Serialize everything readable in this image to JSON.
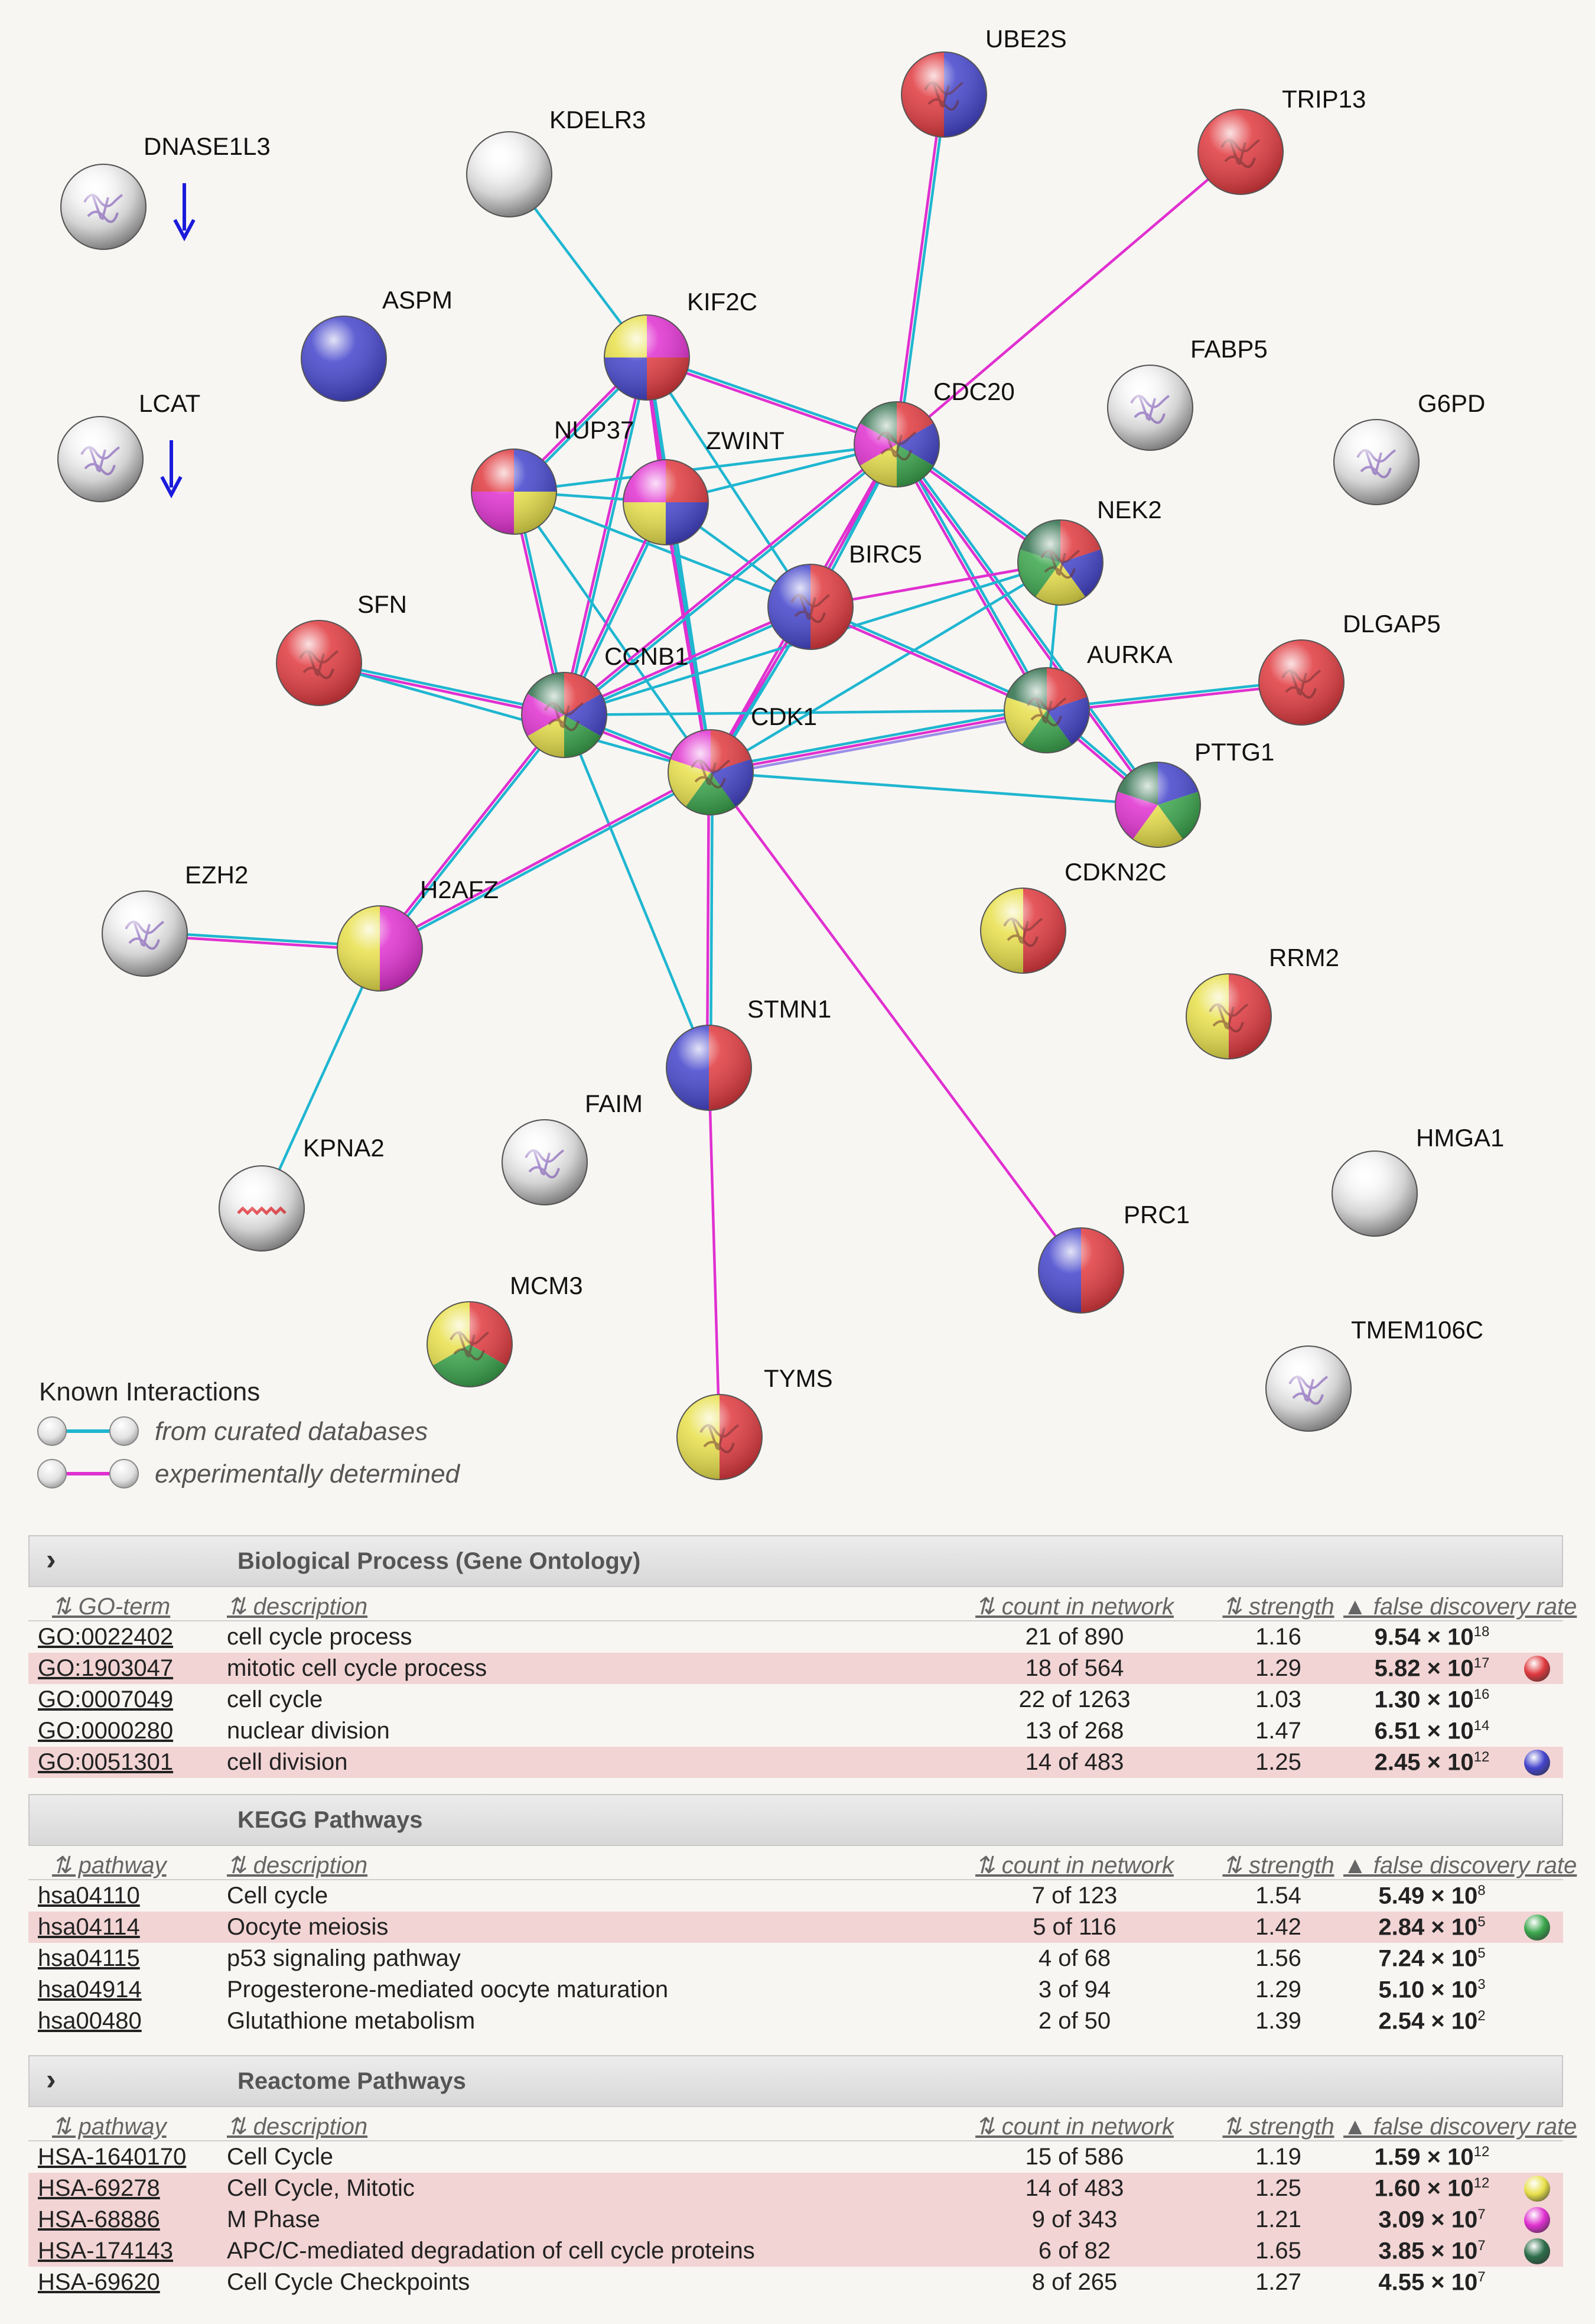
{
  "network": {
    "nodes": [
      {
        "id": "DNASE1L3",
        "label": "DNASE1L3",
        "colors": [],
        "style": "structure"
      },
      {
        "id": "KDELR3",
        "label": "KDELR3",
        "colors": [],
        "style": "plain"
      },
      {
        "id": "UBE2S",
        "label": "UBE2S",
        "colors": [
          "#4444cc",
          "#e0393e"
        ],
        "style": "structure"
      },
      {
        "id": "TRIP13",
        "label": "TRIP13",
        "colors": [
          "#e0393e"
        ],
        "style": "structure"
      },
      {
        "id": "ASPM",
        "label": "ASPM",
        "colors": [
          "#4444cc"
        ],
        "style": "plain"
      },
      {
        "id": "KIF2C",
        "label": "KIF2C",
        "colors": [
          "#e030d0",
          "#e0393e",
          "#4444cc",
          "#e8e04a"
        ],
        "style": "plain"
      },
      {
        "id": "FABP5",
        "label": "FABP5",
        "colors": [],
        "style": "structure"
      },
      {
        "id": "G6PD",
        "label": "G6PD",
        "colors": [],
        "style": "structure"
      },
      {
        "id": "LCAT",
        "label": "LCAT",
        "colors": [],
        "style": "structure"
      },
      {
        "id": "CDC20",
        "label": "CDC20",
        "colors": [
          "#e0393e",
          "#4444cc",
          "#3aa64c",
          "#e8e04a",
          "#e030d0",
          "#2d6e4a"
        ],
        "style": "structure"
      },
      {
        "id": "NUP37",
        "label": "NUP37",
        "colors": [
          "#4444cc",
          "#e8e04a",
          "#e030d0",
          "#e0393e"
        ],
        "style": "plain"
      },
      {
        "id": "ZWINT",
        "label": "ZWINT",
        "colors": [
          "#e0393e",
          "#4444cc",
          "#e8e04a",
          "#e030d0"
        ],
        "style": "plain"
      },
      {
        "id": "NEK2",
        "label": "NEK2",
        "colors": [
          "#e0393e",
          "#4444cc",
          "#e8e04a",
          "#3aa64c",
          "#2d6e4a"
        ],
        "style": "structure"
      },
      {
        "id": "BIRC5",
        "label": "BIRC5",
        "colors": [
          "#e0393e",
          "#4444cc"
        ],
        "style": "structure"
      },
      {
        "id": "SFN",
        "label": "SFN",
        "colors": [
          "#e0393e"
        ],
        "style": "structure"
      },
      {
        "id": "DLGAP5",
        "label": "DLGAP5",
        "colors": [
          "#e0393e"
        ],
        "style": "structure"
      },
      {
        "id": "CCNB1",
        "label": "CCNB1",
        "colors": [
          "#e0393e",
          "#4444cc",
          "#3aa64c",
          "#e8e04a",
          "#e030d0",
          "#2d6e4a"
        ],
        "style": "structure"
      },
      {
        "id": "AURKA",
        "label": "AURKA",
        "colors": [
          "#e0393e",
          "#4444cc",
          "#3aa64c",
          "#e8e04a",
          "#2d6e4a"
        ],
        "style": "structure"
      },
      {
        "id": "CDK1",
        "label": "CDK1",
        "colors": [
          "#e0393e",
          "#4444cc",
          "#3aa64c",
          "#e8e04a",
          "#e030d0"
        ],
        "style": "structure"
      },
      {
        "id": "PTTG1",
        "label": "PTTG1",
        "colors": [
          "#4444cc",
          "#3aa64c",
          "#e8e04a",
          "#e030d0",
          "#2d6e4a"
        ],
        "style": "plain"
      },
      {
        "id": "EZH2",
        "label": "EZH2",
        "colors": [],
        "style": "structure"
      },
      {
        "id": "H2AFZ",
        "label": "H2AFZ",
        "colors": [
          "#e030d0",
          "#e8e04a"
        ],
        "style": "plain"
      },
      {
        "id": "CDKN2C",
        "label": "CDKN2C",
        "colors": [
          "#e0393e",
          "#e8e04a"
        ],
        "style": "structure"
      },
      {
        "id": "RRM2",
        "label": "RRM2",
        "colors": [
          "#e0393e",
          "#e8e04a"
        ],
        "style": "structure"
      },
      {
        "id": "STMN1",
        "label": "STMN1",
        "colors": [
          "#e0393e",
          "#4444cc"
        ],
        "style": "plain"
      },
      {
        "id": "FAIM",
        "label": "FAIM",
        "colors": [],
        "style": "structure"
      },
      {
        "id": "KPNA2",
        "label": "KPNA2",
        "colors": [],
        "style": "plain"
      },
      {
        "id": "HMGA1",
        "label": "HMGA1",
        "colors": [],
        "style": "plain"
      },
      {
        "id": "PRC1",
        "label": "PRC1",
        "colors": [
          "#e0393e",
          "#4444cc"
        ],
        "style": "plain"
      },
      {
        "id": "MCM3",
        "label": "MCM3",
        "colors": [
          "#e0393e",
          "#3aa64c",
          "#e8e04a"
        ],
        "style": "structure"
      },
      {
        "id": "TYMS",
        "label": "TYMS",
        "colors": [
          "#e0393e",
          "#e8e04a"
        ],
        "style": "structure"
      },
      {
        "id": "TMEM106C",
        "label": "TMEM106C",
        "colors": [],
        "style": "structure"
      }
    ],
    "downregulated": [
      "DNASE1L3",
      "LCAT"
    ],
    "edges": [
      [
        "KDELR3",
        "KIF2C",
        "c"
      ],
      [
        "UBE2S",
        "CDC20",
        "cm"
      ],
      [
        "TRIP13",
        "CDC20",
        "m"
      ],
      [
        "KIF2C",
        "NUP37",
        "cm"
      ],
      [
        "KIF2C",
        "ZWINT",
        "cm"
      ],
      [
        "KIF2C",
        "CDC20",
        "cm"
      ],
      [
        "KIF2C",
        "CCNB1",
        "cm"
      ],
      [
        "KIF2C",
        "CDK1",
        "cm"
      ],
      [
        "KIF2C",
        "BIRC5",
        "c"
      ],
      [
        "NUP37",
        "ZWINT",
        "c"
      ],
      [
        "NUP37",
        "CDC20",
        "c"
      ],
      [
        "NUP37",
        "CCNB1",
        "cm"
      ],
      [
        "NUP37",
        "CDK1",
        "c"
      ],
      [
        "NUP37",
        "BIRC5",
        "c"
      ],
      [
        "ZWINT",
        "CDC20",
        "c"
      ],
      [
        "ZWINT",
        "CCNB1",
        "cm"
      ],
      [
        "ZWINT",
        "CDK1",
        "cm"
      ],
      [
        "ZWINT",
        "BIRC5",
        "c"
      ],
      [
        "CDC20",
        "CCNB1",
        "cm"
      ],
      [
        "CDC20",
        "CDK1",
        "cm"
      ],
      [
        "CDC20",
        "BIRC5",
        "cm"
      ],
      [
        "CDC20",
        "NEK2",
        "cm"
      ],
      [
        "CDC20",
        "AURKA",
        "cm"
      ],
      [
        "CDC20",
        "PTTG1",
        "cm"
      ],
      [
        "NEK2",
        "CDK1",
        "c"
      ],
      [
        "NEK2",
        "AURKA",
        "c"
      ],
      [
        "NEK2",
        "CCNB1",
        "c"
      ],
      [
        "BIRC5",
        "CCNB1",
        "cm"
      ],
      [
        "BIRC5",
        "CDK1",
        "cm"
      ],
      [
        "BIRC5",
        "AURKA",
        "cm"
      ],
      [
        "BIRC5",
        "NEK2",
        "m"
      ],
      [
        "SFN",
        "CCNB1",
        "cm"
      ],
      [
        "SFN",
        "CDK1",
        "c"
      ],
      [
        "CCNB1",
        "CDK1",
        "cm"
      ],
      [
        "CCNB1",
        "H2AFZ",
        "cm"
      ],
      [
        "CCNB1",
        "STMN1",
        "c"
      ],
      [
        "CCNB1",
        "AURKA",
        "c"
      ],
      [
        "CDK1",
        "AURKA",
        "cmp"
      ],
      [
        "CDK1",
        "H2AFZ",
        "cm"
      ],
      [
        "CDK1",
        "STMN1",
        "cm"
      ],
      [
        "CDK1",
        "PRC1",
        "m"
      ],
      [
        "CDK1",
        "PTTG1",
        "c"
      ],
      [
        "AURKA",
        "DLGAP5",
        "cm"
      ],
      [
        "AURKA",
        "PTTG1",
        "cm"
      ],
      [
        "EZH2",
        "H2AFZ",
        "cm"
      ],
      [
        "H2AFZ",
        "KPNA2",
        "c"
      ],
      [
        "STMN1",
        "TYMS",
        "m"
      ]
    ]
  },
  "legend": {
    "title": "Known Interactions",
    "items": [
      {
        "label": "from curated databases",
        "color": "#1fb6d0"
      },
      {
        "label": "experimentally determined",
        "color": "#e030d0"
      }
    ]
  },
  "tables": [
    {
      "title": "Biological Process (Gene Ontology)",
      "chevron": true,
      "headers": [
        "GO-term",
        "description",
        "count in network",
        "strength",
        "false discovery rate"
      ],
      "rows": [
        {
          "id": "GO:0022402",
          "desc": "cell cycle process",
          "count": "21 of 890",
          "strength": "1.16",
          "fdr": "9.54 × 10",
          "exp": "18",
          "hl": false,
          "dot": null
        },
        {
          "id": "GO:1903047",
          "desc": "mitotic cell cycle process",
          "count": "18 of 564",
          "strength": "1.29",
          "fdr": "5.82 × 10",
          "exp": "17",
          "hl": true,
          "dot": "#e0393e"
        },
        {
          "id": "GO:0007049",
          "desc": "cell cycle",
          "count": "22 of 1263",
          "strength": "1.03",
          "fdr": "1.30 × 10",
          "exp": "16",
          "hl": false,
          "dot": null
        },
        {
          "id": "GO:0000280",
          "desc": "nuclear division",
          "count": "13 of 268",
          "strength": "1.47",
          "fdr": "6.51 × 10",
          "exp": "14",
          "hl": false,
          "dot": null
        },
        {
          "id": "GO:0051301",
          "desc": "cell division",
          "count": "14 of 483",
          "strength": "1.25",
          "fdr": "2.45 × 10",
          "exp": "12",
          "hl": true,
          "dot": "#4444cc"
        }
      ]
    },
    {
      "title": "KEGG Pathways",
      "chevron": false,
      "headers": [
        "pathway",
        "description",
        "count in network",
        "strength",
        "false discovery rate"
      ],
      "rows": [
        {
          "id": "hsa04110",
          "desc": "Cell cycle",
          "count": "7 of 123",
          "strength": "1.54",
          "fdr": "5.49 × 10",
          "exp": "8",
          "hl": false,
          "dot": null
        },
        {
          "id": "hsa04114",
          "desc": "Oocyte meiosis",
          "count": "5 of 116",
          "strength": "1.42",
          "fdr": "2.84 × 10",
          "exp": "5",
          "hl": true,
          "dot": "#3aa64c"
        },
        {
          "id": "hsa04115",
          "desc": "p53 signaling pathway",
          "count": "4 of 68",
          "strength": "1.56",
          "fdr": "7.24 × 10",
          "exp": "5",
          "hl": false,
          "dot": null
        },
        {
          "id": "hsa04914",
          "desc": "Progesterone-mediated oocyte maturation",
          "count": "3 of 94",
          "strength": "1.29",
          "fdr": "5.10 × 10",
          "exp": "3",
          "hl": false,
          "dot": null
        },
        {
          "id": "hsa00480",
          "desc": "Glutathione metabolism",
          "count": "2 of 50",
          "strength": "1.39",
          "fdr": "2.54 × 10",
          "exp": "2",
          "hl": false,
          "dot": null
        }
      ]
    },
    {
      "title": "Reactome Pathways",
      "chevron": true,
      "headers": [
        "pathway",
        "description",
        "count in network",
        "strength",
        "false discovery rate"
      ],
      "rows": [
        {
          "id": "HSA-1640170",
          "desc": "Cell Cycle",
          "count": "15 of 586",
          "strength": "1.19",
          "fdr": "1.59 × 10",
          "exp": "12",
          "hl": false,
          "dot": null
        },
        {
          "id": "HSA-69278",
          "desc": "Cell Cycle, Mitotic",
          "count": "14 of 483",
          "strength": "1.25",
          "fdr": "1.60 × 10",
          "exp": "12",
          "hl": true,
          "dot": "#e8e04a"
        },
        {
          "id": "HSA-68886",
          "desc": "M Phase",
          "count": "9 of 343",
          "strength": "1.21",
          "fdr": "3.09 × 10",
          "exp": "7",
          "hl": true,
          "dot": "#e030d0"
        },
        {
          "id": "HSA-174143",
          "desc": "APC/C-mediated degradation of cell cycle proteins",
          "count": "6 of 82",
          "strength": "1.65",
          "fdr": "3.85 × 10",
          "exp": "7",
          "hl": true,
          "dot": "#2d6e4a"
        },
        {
          "id": "HSA-69620",
          "desc": "Cell Cycle Checkpoints",
          "count": "8 of 265",
          "strength": "1.27",
          "fdr": "4.55 × 10",
          "exp": "7",
          "hl": false,
          "dot": null
        }
      ]
    }
  ]
}
